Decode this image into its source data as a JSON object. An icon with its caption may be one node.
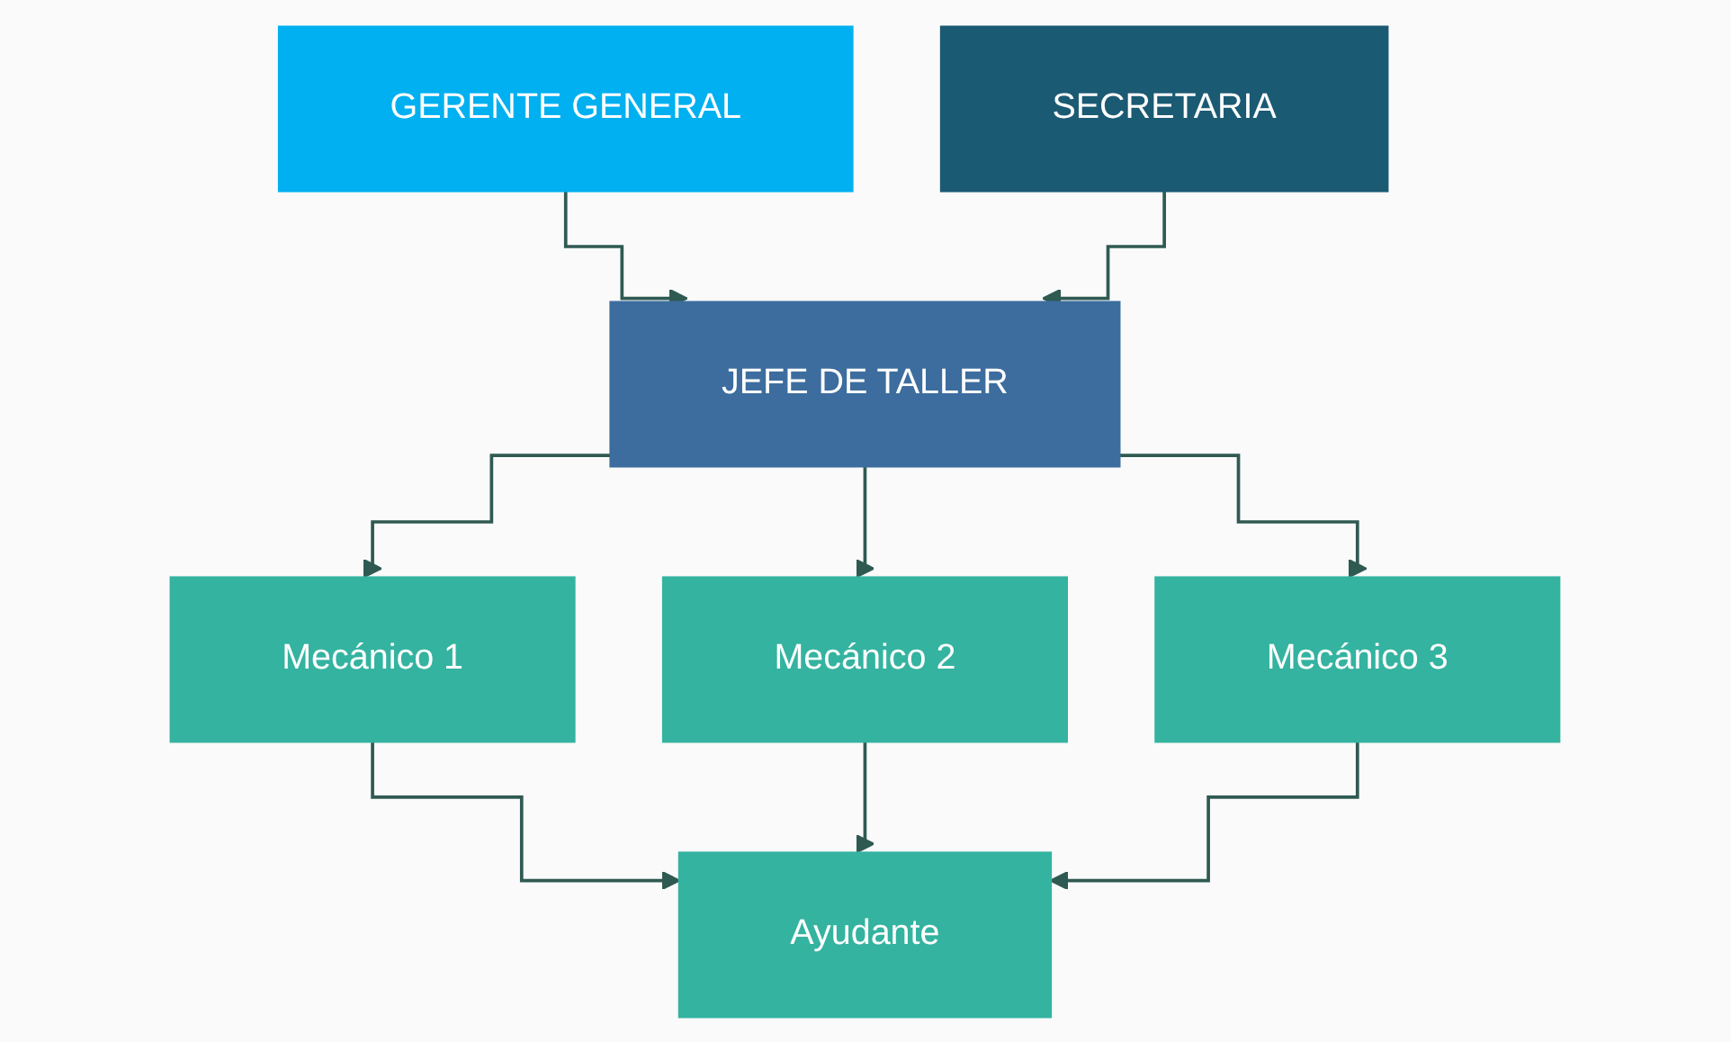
{
  "diagram": {
    "nodes": [
      {
        "text": [
          "GERENTE GENERAL"
        ]
      },
      {
        "text": [
          "SECRETARIA"
        ]
      },
      {
        "text": [
          "JEFE DE TALLER"
        ]
      },
      {
        "text": [
          "Mecánico 1"
        ]
      },
      {
        "text": [
          "Mecánico 2"
        ]
      },
      {
        "text": [
          "Mecánico 3"
        ]
      },
      {
        "text": [
          "Ayudante"
        ]
      }
    ],
    "edges": [
      {
        "from": 0,
        "to": 2,
        "arrow": "to"
      },
      {
        "from": 1,
        "to": 2,
        "arrow": "to"
      },
      {
        "from": 2,
        "to": 3,
        "arrow": "to"
      },
      {
        "from": 2,
        "to": 4,
        "arrow": "to"
      },
      {
        "from": 2,
        "to": 5,
        "arrow": "to"
      },
      {
        "from": 3,
        "to": 6,
        "arrow": "to"
      },
      {
        "from": 4,
        "to": 6,
        "arrow": "to"
      },
      {
        "from": 5,
        "to": 6,
        "arrow": "to"
      }
    ]
  }
}
